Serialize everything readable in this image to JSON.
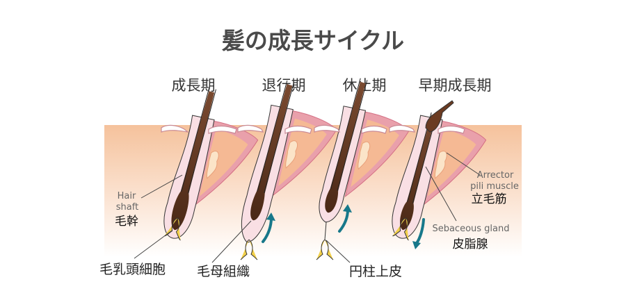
{
  "title": "髪の成長サイクル",
  "phases": [
    "成長期",
    "退行期",
    "休止期",
    "早期成長期"
  ],
  "labels": {
    "hair_shaft_en_1": "Hair",
    "hair_shaft_en_2": "shaft",
    "hair_shaft_jp": "毛幹",
    "dermal_papilla_jp": "毛乳頭細胞",
    "hair_matrix_jp": "毛母組織",
    "columnar_epithelium_jp": "円柱上皮",
    "arrector_en_1": "Arrector",
    "arrector_en_2": "pili muscle",
    "arrector_jp": "立毛筋",
    "sebaceous_en": "Sebaceous gland",
    "sebaceous_jp": "皮脂腺"
  },
  "colors": {
    "skin": "#f6c7a2",
    "muscle": "#e2899a",
    "sheath": "#f9dfe4",
    "hair": "#5a3320",
    "papilla": "#f2d04a",
    "arrow": "#17788a"
  }
}
